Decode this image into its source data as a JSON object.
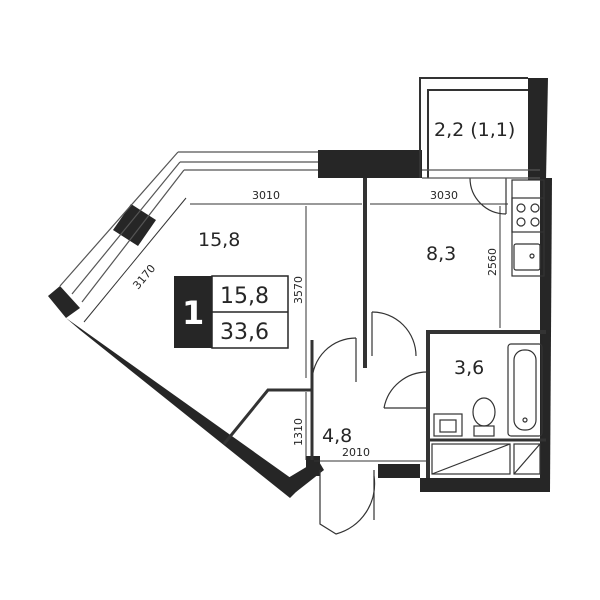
{
  "colors": {
    "wall": "#262626",
    "line": "#333333",
    "paper": "#ffffff",
    "badge": "#262626",
    "badge_text": "#ffffff"
  },
  "badge": {
    "rooms": "1",
    "living_area": "15,8",
    "total_area": "33,6"
  },
  "rooms": {
    "living_room": "15,8",
    "kitchen": "8,3",
    "balcony": "2,2 (1,1)",
    "bathroom": "3,6",
    "hallway": "4,8"
  },
  "dimensions": {
    "living_width": "3010",
    "kitchen_width": "3030",
    "living_diagonal": "3170",
    "living_depth": "3570",
    "kitchen_depth": "2560",
    "hallway_depth": "1310",
    "hallway_width": "2010"
  },
  "icons": [
    "stove-icon",
    "sink-icon",
    "toilet-icon",
    "bathtub-icon",
    "washbasin-icon",
    "wardrobe-icon"
  ]
}
